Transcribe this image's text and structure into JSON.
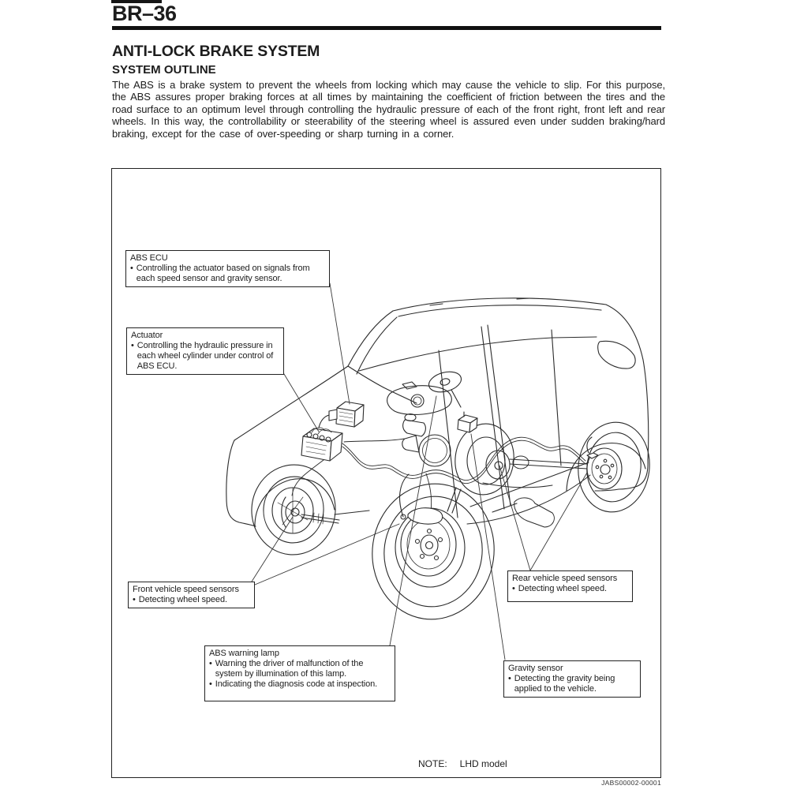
{
  "page": {
    "number": "BR–36",
    "title": "ANTI-LOCK BRAKE SYSTEM",
    "section": "SYSTEM OUTLINE",
    "body": "The ABS is a brake system to prevent the wheels from locking which may cause the vehicle to slip.  For this purpose, the ABS assures proper braking forces at all times by maintaining the coefficient of friction between the tires and the road surface to an optimum level through controlling the hydraulic pressure of each of the front right, front left and rear wheels. In this way, the controllability or steerability of the steering wheel is assured even under sudden braking/hard braking, except for the case of over-speeding or sharp turning in a corner."
  },
  "figure": {
    "note_label": "NOTE:",
    "note_value": "LHD model",
    "code": "JABS00002-00001",
    "illustration": "vehicle-abs-system-cutaway"
  },
  "callouts": [
    {
      "id": "abs-ecu",
      "title": "ABS ECU",
      "bullets": [
        "Controlling the actuator based on signals from each speed sensor and gravity sensor."
      ]
    },
    {
      "id": "actuator",
      "title": "Actuator",
      "bullets": [
        "Controlling the hydraulic pressure in each wheel cylinder under control of ABS ECU."
      ]
    },
    {
      "id": "front-speed-sensors",
      "title": "Front vehicle speed sensors",
      "bullets": [
        "Detecting wheel speed."
      ]
    },
    {
      "id": "abs-warning-lamp",
      "title": "ABS warning lamp",
      "bullets": [
        "Warning the driver of malfunction of the system by illumination of  this lamp.",
        "Indicating the diagnosis code at inspection."
      ]
    },
    {
      "id": "rear-speed-sensors",
      "title": "Rear vehicle speed sensors",
      "bullets": [
        "Detecting wheel speed."
      ]
    },
    {
      "id": "gravity-sensor",
      "title": "Gravity sensor",
      "bullets": [
        "Detecting the gravity being applied to the vehicle."
      ]
    }
  ],
  "colors": {
    "ink": "#1d1d1d",
    "line": "#2b2b2b",
    "leader": "#3a3a3a"
  }
}
